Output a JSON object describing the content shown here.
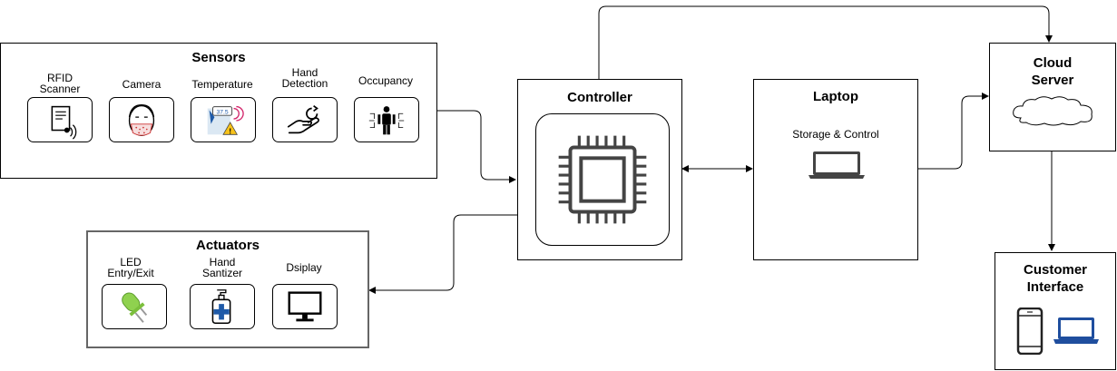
{
  "sensors": {
    "title": "Sensors",
    "items": [
      {
        "label": "RFID\nScanner",
        "icon": "rfid-scanner-icon"
      },
      {
        "label": "Camera",
        "icon": "face-mask-icon"
      },
      {
        "label": "Temperature",
        "icon": "thermometer-icon"
      },
      {
        "label": "Hand\nDetection",
        "icon": "hand-detection-icon"
      },
      {
        "label": "Occupancy",
        "icon": "occupancy-icon"
      }
    ]
  },
  "actuators": {
    "title": "Actuators",
    "items": [
      {
        "label": "LED\nEntry/Exit",
        "icon": "led-icon"
      },
      {
        "label": "Hand\nSantizer",
        "icon": "sanitizer-icon"
      },
      {
        "label": "Dsiplay",
        "icon": "monitor-icon"
      }
    ]
  },
  "controller": {
    "title": "Controller",
    "icon": "chip-icon"
  },
  "laptop": {
    "title": "Laptop",
    "subtitle": "Storage & Control",
    "icon": "laptop-icon"
  },
  "cloud": {
    "title": "Cloud\nServer",
    "icon": "cloud-icon"
  },
  "customer": {
    "title": "Customer\nInterface",
    "icons": [
      "phone-icon",
      "laptop-icon"
    ]
  },
  "colors": {
    "line": "#000000",
    "group_border": "#666666",
    "led_green": "#8fd14f",
    "sanitizer_blue": "#1e5aa8",
    "laptop_blue": "#1f4e9e"
  }
}
